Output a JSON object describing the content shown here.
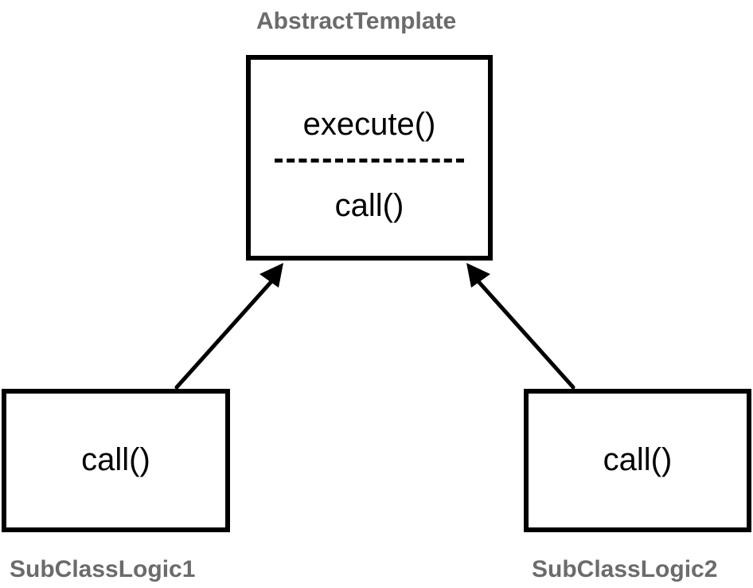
{
  "abstract_class": {
    "name": "AbstractTemplate",
    "methods": [
      "execute()",
      "call()"
    ]
  },
  "subclasses": [
    {
      "name": "SubClassLogic1",
      "method": "call()"
    },
    {
      "name": "SubClassLogic2",
      "method": "call()"
    }
  ]
}
